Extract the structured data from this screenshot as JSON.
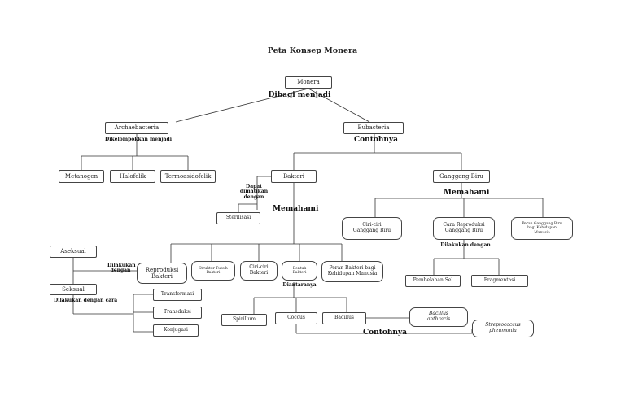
{
  "title": "Peta Konsep Monera",
  "nodes": {
    "monera": "Monera",
    "archaebacteria": "Archaebacteria",
    "eubacteria": "Eubacteria",
    "metanogen": "Metanogen",
    "halofelik": "Halofelik",
    "termoasidofelik": "Termoasidofelik",
    "bakteri": "Bakteri",
    "ganggang_biru": "Ganggang Biru",
    "sterilisasi": "Sterilisasi",
    "ciri_ganggang": "Ciri-ciri\nGanggang Biru",
    "cara_reproduksi_ganggang": "Cara Reproduksi\nGanggang Biru",
    "peran_ganggang": "Peran Ganggang Biru\nbagi Kehidupan\nManusia",
    "aseksual": "Aseksual",
    "seksual": "Seksual",
    "reproduksi_bakteri": "Reproduksi\nBakteri",
    "struktur_tubuh": "Struktur Tubuh\nBakteri",
    "ciri_bakteri": "Ciri-ciri\nBakteri",
    "bentuk_bakteri": "Bentuk\nBakteri",
    "peran_bakteri": "Peran Bakteri bagi\nKehidupan Manusia",
    "pembelahan_sel": "Pembelahan Sel",
    "fragmentasi": "Fragmentasi",
    "transformasi": "Transformasi",
    "transduksi": "Transduksi",
    "konjugasi": "Konjugasi",
    "spirillum": "Spirillum",
    "coccus": "Coccus",
    "bacillus": "Bacillus",
    "bacillus_anthracis": "Bacillus\nanthracis",
    "streptococcus": "Streptococcus\npheumonia"
  },
  "labels": {
    "dibagi_menjadi": "Dibagi menjadi",
    "dikelompokkan_menjadi": "Dikelompokkan menjadi",
    "contohnya_1": "Contohnya",
    "dapat_dimatikan": "Dapat\ndimatikan\ndengan",
    "memahami_1": "Memahami",
    "memahami_2": "Memahami",
    "dilakukan_dengan_1": "Dilakukan\ndengan",
    "dilakukan_dengan_2": "Dilakukan dengan",
    "dilakukan_dengan_cara": "Dilakukan dengan cara",
    "diantaranya": "Diantaranya",
    "contohnya_2": "Contohnya"
  }
}
